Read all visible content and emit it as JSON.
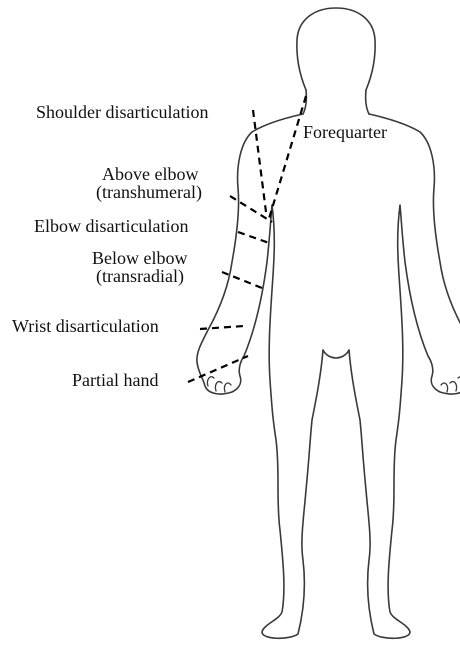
{
  "diagram": {
    "labels": {
      "forequarter": "Forequarter",
      "shoulder_disarticulation": "Shoulder disarticulation",
      "above_elbow": "Above elbow",
      "above_elbow_sub": "(transhumeral)",
      "elbow_disarticulation": "Elbow disarticulation",
      "below_elbow": "Below elbow",
      "below_elbow_sub": "(transradial)",
      "wrist_disarticulation": "Wrist disarticulation",
      "partial_hand": "Partial hand"
    },
    "colors": {
      "outline": "#3a3a3a",
      "cut_lines": "#000000",
      "text": "#111111",
      "background": "#ffffff"
    }
  }
}
